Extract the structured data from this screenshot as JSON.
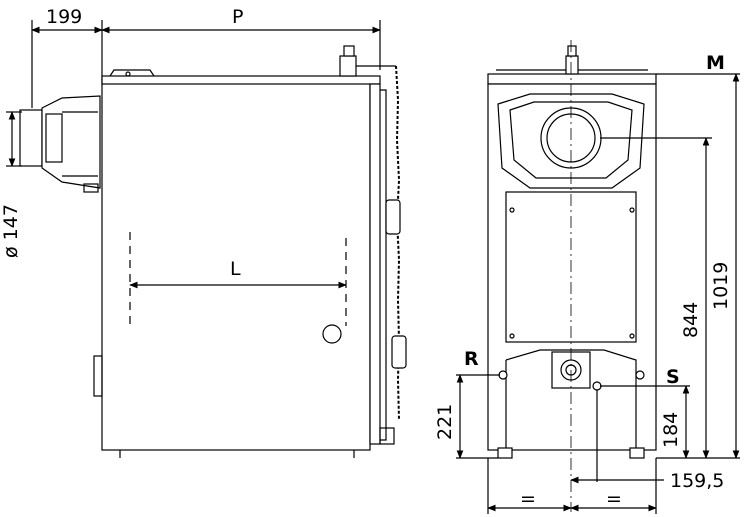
{
  "labels": {
    "dim_199": "199",
    "dim_P": "P",
    "dim_M": "M",
    "dim_diameter": "ø 147",
    "dim_L": "L",
    "dim_1019": "1019",
    "dim_844": "844",
    "dim_R": "R",
    "dim_S": "S",
    "dim_221": "221",
    "dim_184": "184",
    "dim_159_5": "159,5",
    "eq_left": "=",
    "eq_right": "="
  },
  "colors": {
    "line": "#000000",
    "fill": "#ffffff"
  }
}
